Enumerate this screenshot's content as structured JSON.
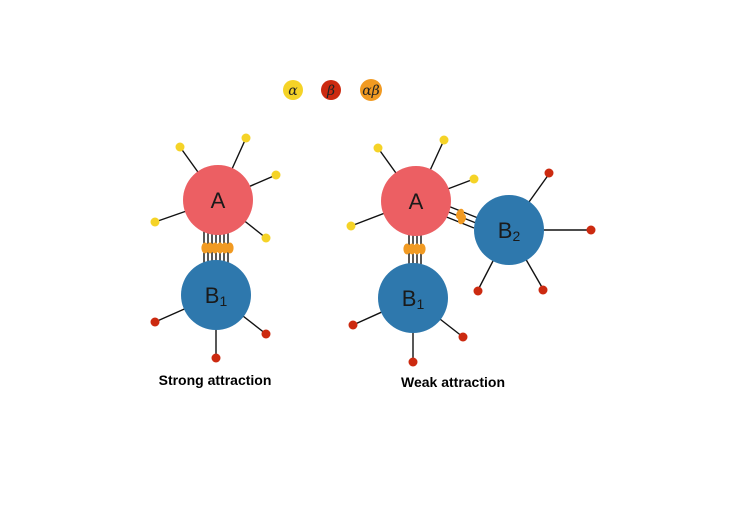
{
  "legend": [
    {
      "symbol": "α",
      "color": "#f5d327"
    },
    {
      "symbol": "β",
      "color": "#cc2a10"
    },
    {
      "symbol": "αβ",
      "color": "#f19a22"
    }
  ],
  "colors": {
    "node_a": "#ec5f63",
    "node_b": "#2e78ad",
    "alpha": "#f5d327",
    "beta": "#cc2a10",
    "alphabeta": "#f19a22",
    "line": "#111111"
  },
  "left_panel": {
    "caption": "Strong attraction",
    "node_a_label": "A",
    "node_b1_label": "B",
    "node_b1_sub": "1"
  },
  "right_panel": {
    "caption": "Weak attraction",
    "node_a_label": "A",
    "node_b1_label": "B",
    "node_b1_sub": "1",
    "node_b2_label": "B",
    "node_b2_sub": "2"
  }
}
